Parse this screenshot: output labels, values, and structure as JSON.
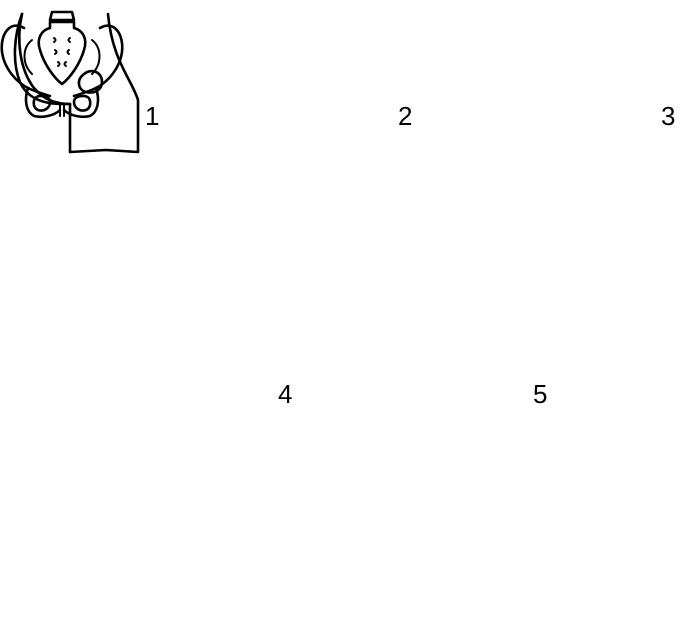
{
  "figures": [
    {
      "id": "fig-1",
      "label": "1"
    },
    {
      "id": "fig-2",
      "label": "2"
    },
    {
      "id": "fig-3",
      "label": "3"
    },
    {
      "id": "fig-4",
      "label": "4"
    },
    {
      "id": "fig-5",
      "label": "5"
    }
  ],
  "colors": {
    "ink": "#000000",
    "paper": "#ffffff"
  }
}
